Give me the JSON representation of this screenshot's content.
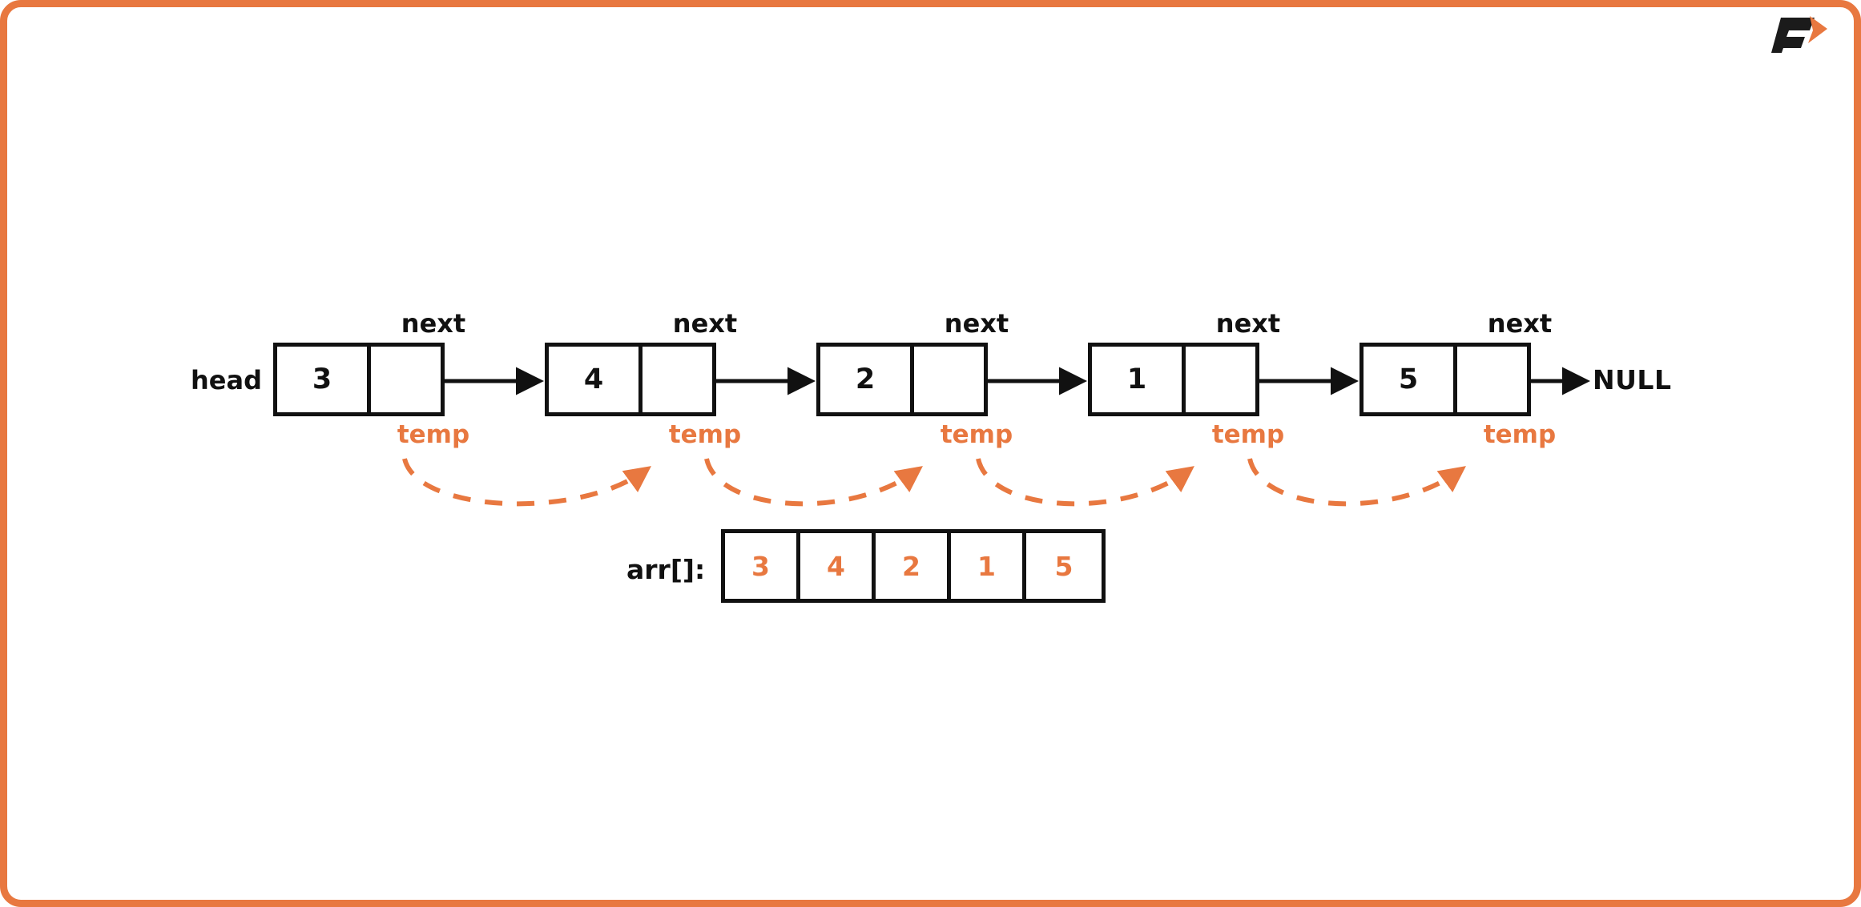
{
  "theme": {
    "accent": "#E87840",
    "ink": "#111111",
    "background": "#FFFFFF"
  },
  "logo": {
    "name": "brand-logo-f-arrow",
    "letter": "F"
  },
  "diagram": {
    "title": "linked-list-to-array",
    "head_label": "head",
    "null_label": "NULL",
    "pointer_field_label": "next",
    "temp_pointer_label": "temp",
    "nodes": [
      {
        "value": "3",
        "next_label": "next",
        "temp_label": "temp"
      },
      {
        "value": "4",
        "next_label": "next",
        "temp_label": "temp"
      },
      {
        "value": "2",
        "next_label": "next",
        "temp_label": "temp"
      },
      {
        "value": "1",
        "next_label": "next",
        "temp_label": "temp"
      },
      {
        "value": "5",
        "next_label": "next",
        "temp_label": "temp"
      }
    ],
    "array": {
      "label": "arr[]:",
      "values": [
        "3",
        "4",
        "2",
        "1",
        "5"
      ]
    }
  }
}
